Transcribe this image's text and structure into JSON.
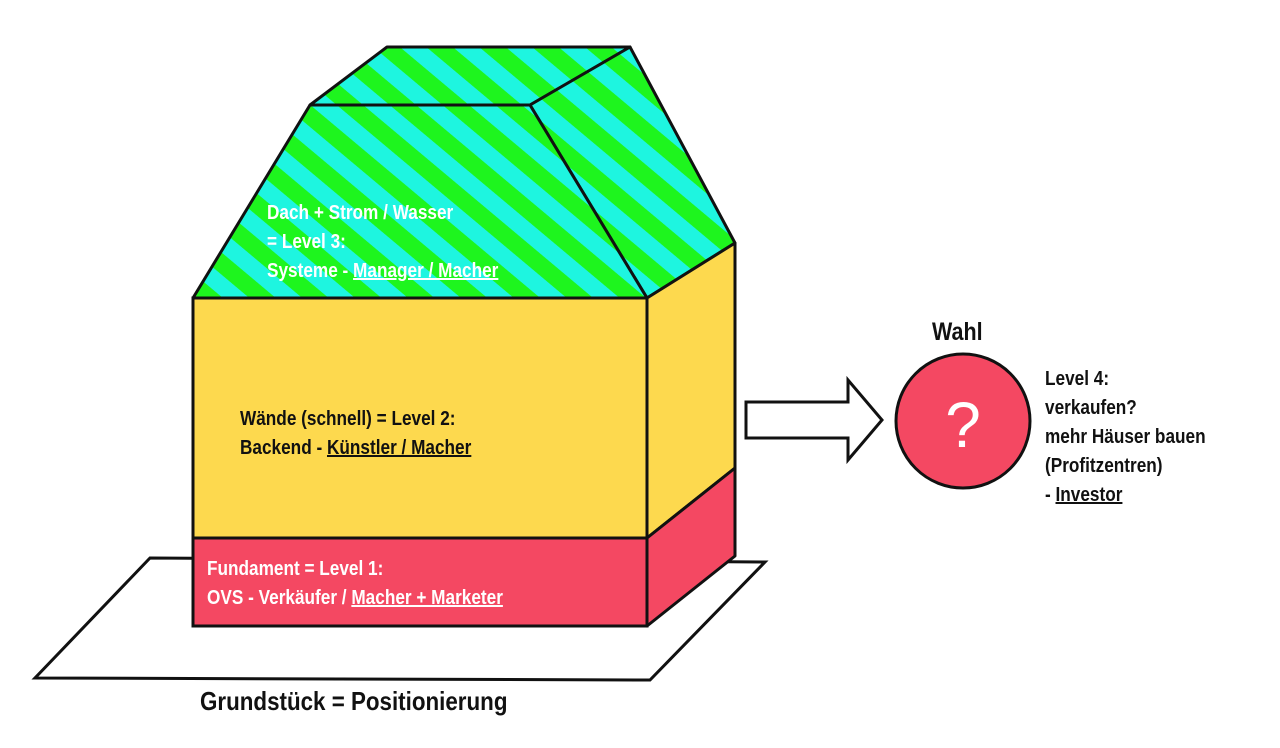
{
  "colors": {
    "roof_green": "#1ef51e",
    "roof_cyan": "#1ef5e0",
    "walls_yellow": "#fdd94e",
    "foundation_red": "#f44862",
    "circle_red": "#f44862",
    "outline": "#111111"
  },
  "roof": {
    "line1": "Dach + Strom / Wasser",
    "line2": "= Level 3:",
    "line3_prefix": "Systeme - ",
    "line3_underlined": "Manager / Macher"
  },
  "walls": {
    "line1": "Wände (schnell) = Level 2:",
    "line2_prefix": "Backend - ",
    "line2_underlined": "Künstler / Macher"
  },
  "foundation": {
    "line1": "Fundament = Level 1:",
    "line2_prefix": "OVS - Verkäufer / ",
    "line2_underlined": "Macher + Marketer"
  },
  "plot": {
    "label": "Grundstück = Positionierung"
  },
  "choice": {
    "title": "Wahl",
    "symbol": "?",
    "arrow_icon": "right-arrow-icon",
    "lines": [
      "Level 4:",
      "verkaufen?",
      "mehr Häuser bauen",
      "(Profitzentren)"
    ],
    "last_prefix": "- ",
    "last_underlined": "Investor"
  }
}
